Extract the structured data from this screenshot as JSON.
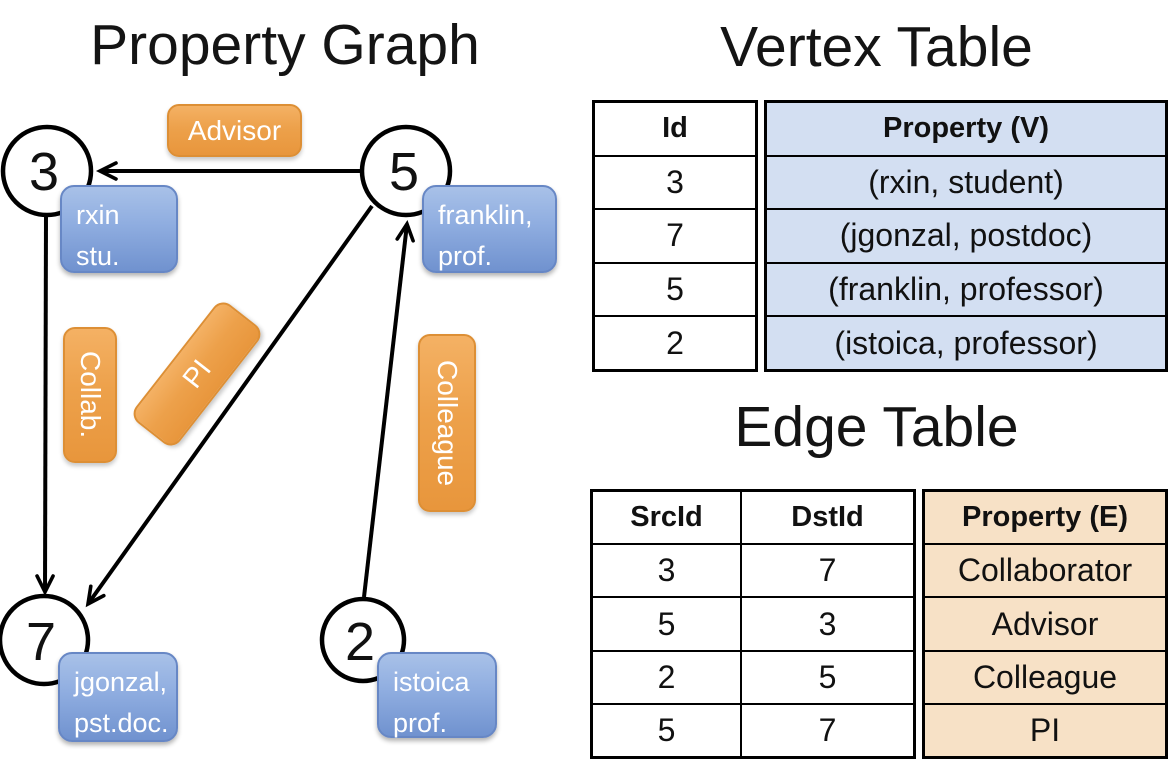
{
  "graph": {
    "title": "Property Graph",
    "nodes": [
      {
        "label": "3"
      },
      {
        "label": "5"
      },
      {
        "label": "7"
      },
      {
        "label": "2"
      }
    ],
    "vertex_boxes": [
      {
        "line1": "rxin",
        "line2": "stu."
      },
      {
        "line1": "franklin,",
        "line2": "prof."
      },
      {
        "line1": "jgonzal,",
        "line2": "pst.doc."
      },
      {
        "line1": "istoica",
        "line2": "prof."
      }
    ],
    "edge_labels": {
      "advisor": "Advisor",
      "collab": "Collab.",
      "pi": "PI",
      "colleague": "Colleague"
    }
  },
  "vertex_table": {
    "title": "Vertex Table",
    "columns": {
      "id": "Id",
      "property": "Property (V)"
    },
    "rows": [
      {
        "id": "3",
        "property": "(rxin, student)"
      },
      {
        "id": "7",
        "property": "(jgonzal, postdoc)"
      },
      {
        "id": "5",
        "property": "(franklin, professor)"
      },
      {
        "id": "2",
        "property": "(istoica, professor)"
      }
    ]
  },
  "edge_table": {
    "title": "Edge Table",
    "columns": {
      "src": "SrcId",
      "dst": "DstId",
      "property": "Property (E)"
    },
    "rows": [
      {
        "src": "3",
        "dst": "7",
        "property": "Collaborator"
      },
      {
        "src": "5",
        "dst": "3",
        "property": "Advisor"
      },
      {
        "src": "2",
        "dst": "5",
        "property": "Colleague"
      },
      {
        "src": "5",
        "dst": "7",
        "property": "PI"
      }
    ]
  },
  "colors": {
    "vertex_fill_top": "#a8c1e8",
    "vertex_fill_bottom": "#7092cf",
    "edge_fill_top": "#f4b164",
    "edge_fill_bottom": "#e8963c",
    "vertex_table_fill": "#d3dff2",
    "edge_table_fill": "#f7e1c6",
    "line": "#000000"
  }
}
